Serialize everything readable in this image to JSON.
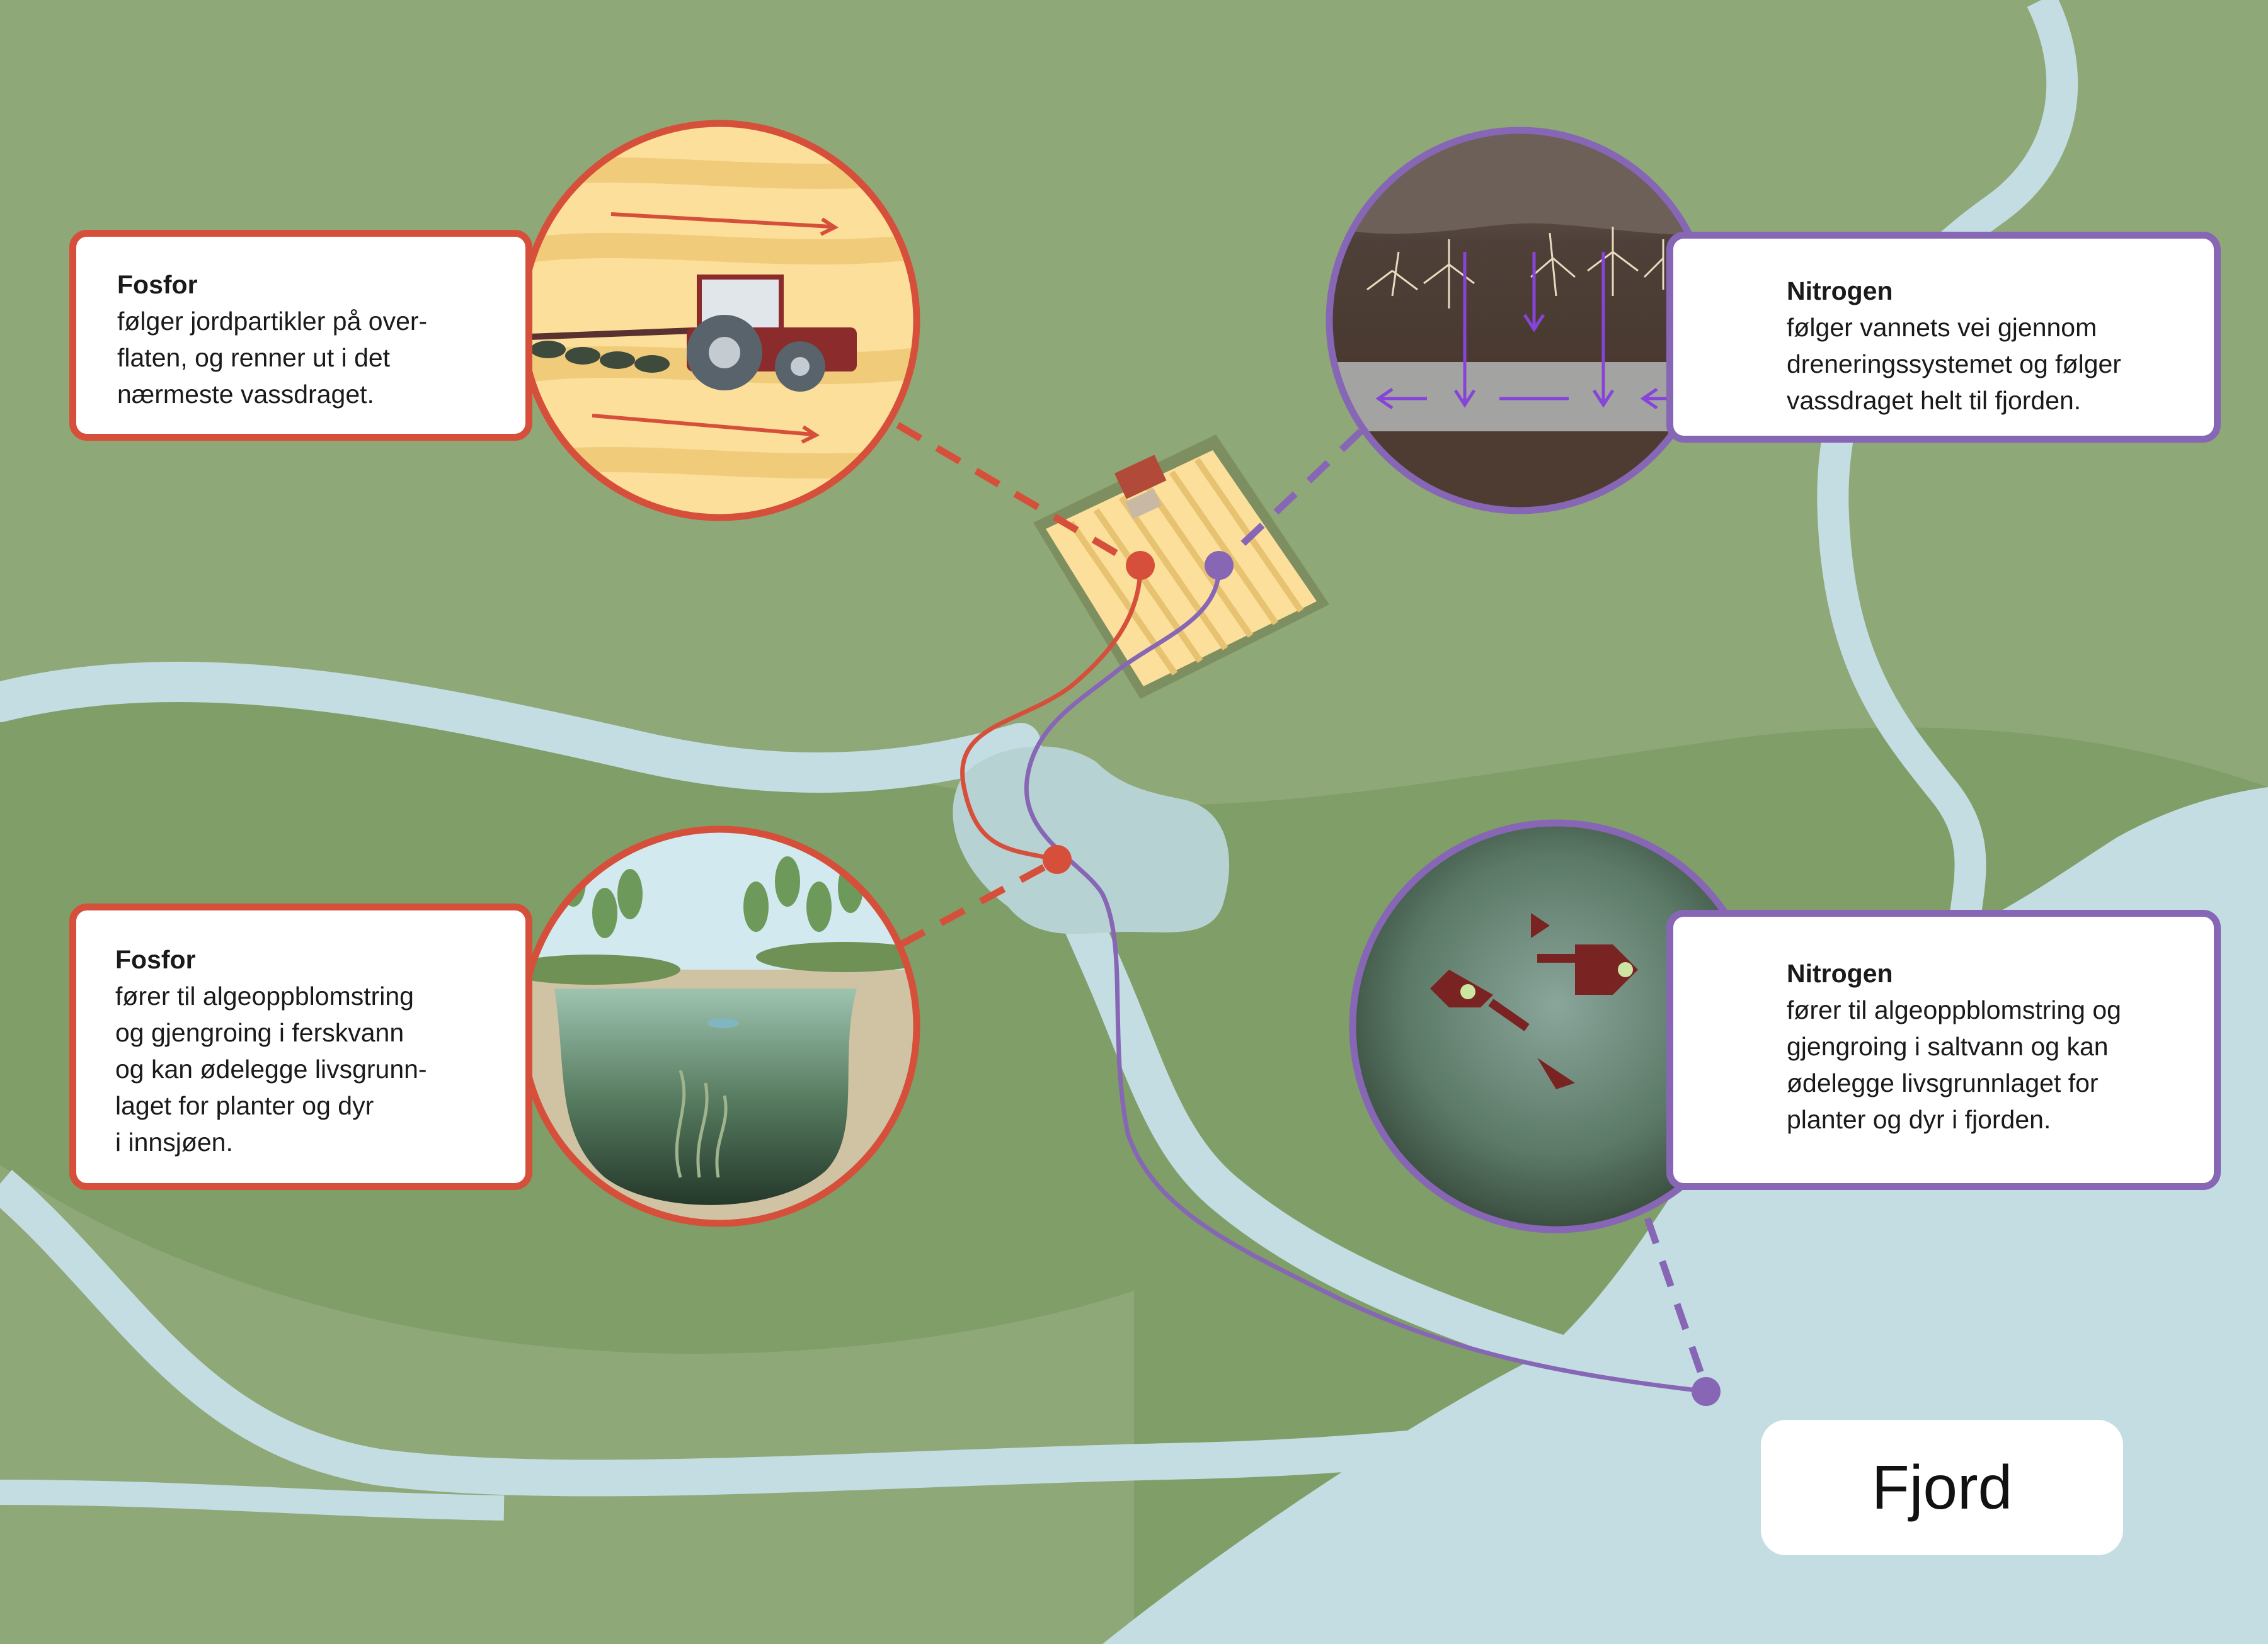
{
  "colors": {
    "land": "#8fa878",
    "land_dark": "#7d9c66",
    "water": "#c3dde3",
    "phosphorus_red": "#d64f3b",
    "nitrogen_purple": "#8766b5",
    "field_yellow": "#fbdf9a"
  },
  "labels": {
    "phos_top": {
      "title": "Fosfor",
      "lines": [
        "følger jordpartikler på over-",
        "flaten, og renner ut i det",
        "nærmeste vassdraget."
      ]
    },
    "nitro_top": {
      "title": "Nitrogen",
      "lines": [
        "følger vannets vei gjennom",
        "dreneringssystemet og følger",
        "vassdraget helt til fjorden."
      ]
    },
    "phos_bottom": {
      "title": "Fosfor",
      "lines": [
        "fører til algeoppblomstring",
        "og gjengroing i ferskvann",
        "og kan ødelegge livsgrunn-",
        "laget for planter og dyr",
        "i innsjøen."
      ]
    },
    "nitro_bottom": {
      "title": "Nitrogen",
      "lines": [
        "fører til algeoppblomstring og",
        "gjengroing i saltvann og kan",
        "ødelegge livsgrunnlaget for",
        "planter og dyr i fjorden."
      ]
    }
  },
  "fjord_label": "Fjord",
  "icons": {
    "top_left": "tractor-ploughing-icon",
    "top_right": "soil-drainage-roots-icon",
    "bottom_left": "lake-cross-section-icon",
    "bottom_right": "dead-fish-skeleton-icon"
  }
}
